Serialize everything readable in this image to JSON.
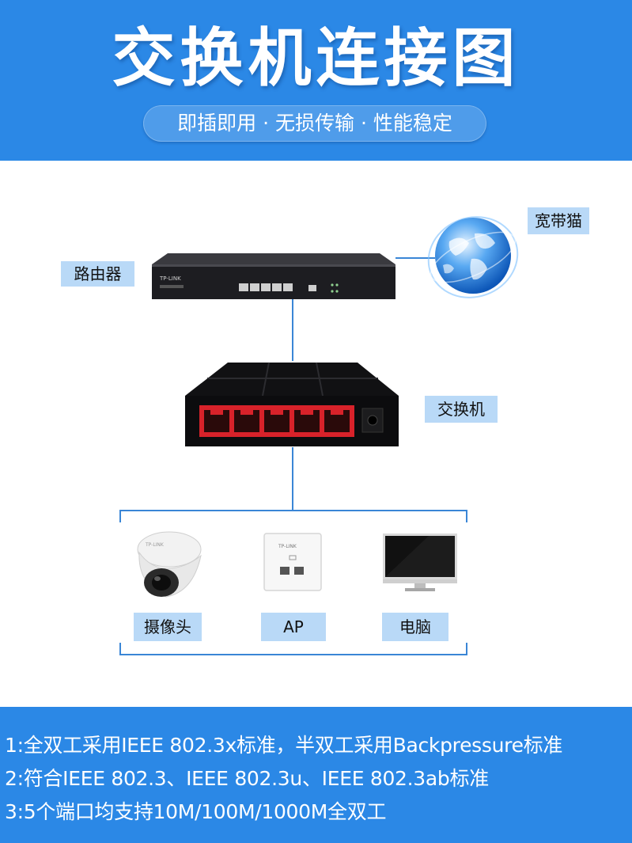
{
  "header": {
    "title": "交换机连接图",
    "subtitle": "即插即用 · 无损传输 · 性能稳定"
  },
  "diagram": {
    "modem_label": "宽带猫",
    "router_label": "路由器",
    "switch_label": "交换机",
    "devices": [
      {
        "label": "摄像头",
        "icon": "camera-icon"
      },
      {
        "label": "AP",
        "icon": "access-point-icon"
      },
      {
        "label": "电脑",
        "icon": "monitor-icon"
      }
    ]
  },
  "footer": {
    "lines": [
      "1:全双工采用IEEE 802.3x标准，半双工采用Backpressure标准",
      "2:符合IEEE 802.3、IEEE 802.3u、IEEE 802.3ab标准",
      "3:5个端口均支持10M/100M/1000M全双工"
    ]
  },
  "colors": {
    "banner": "#2b88e6",
    "label_bg": "#b9d9f7",
    "connector": "#3a86d6",
    "port_red": "#d8222a"
  }
}
